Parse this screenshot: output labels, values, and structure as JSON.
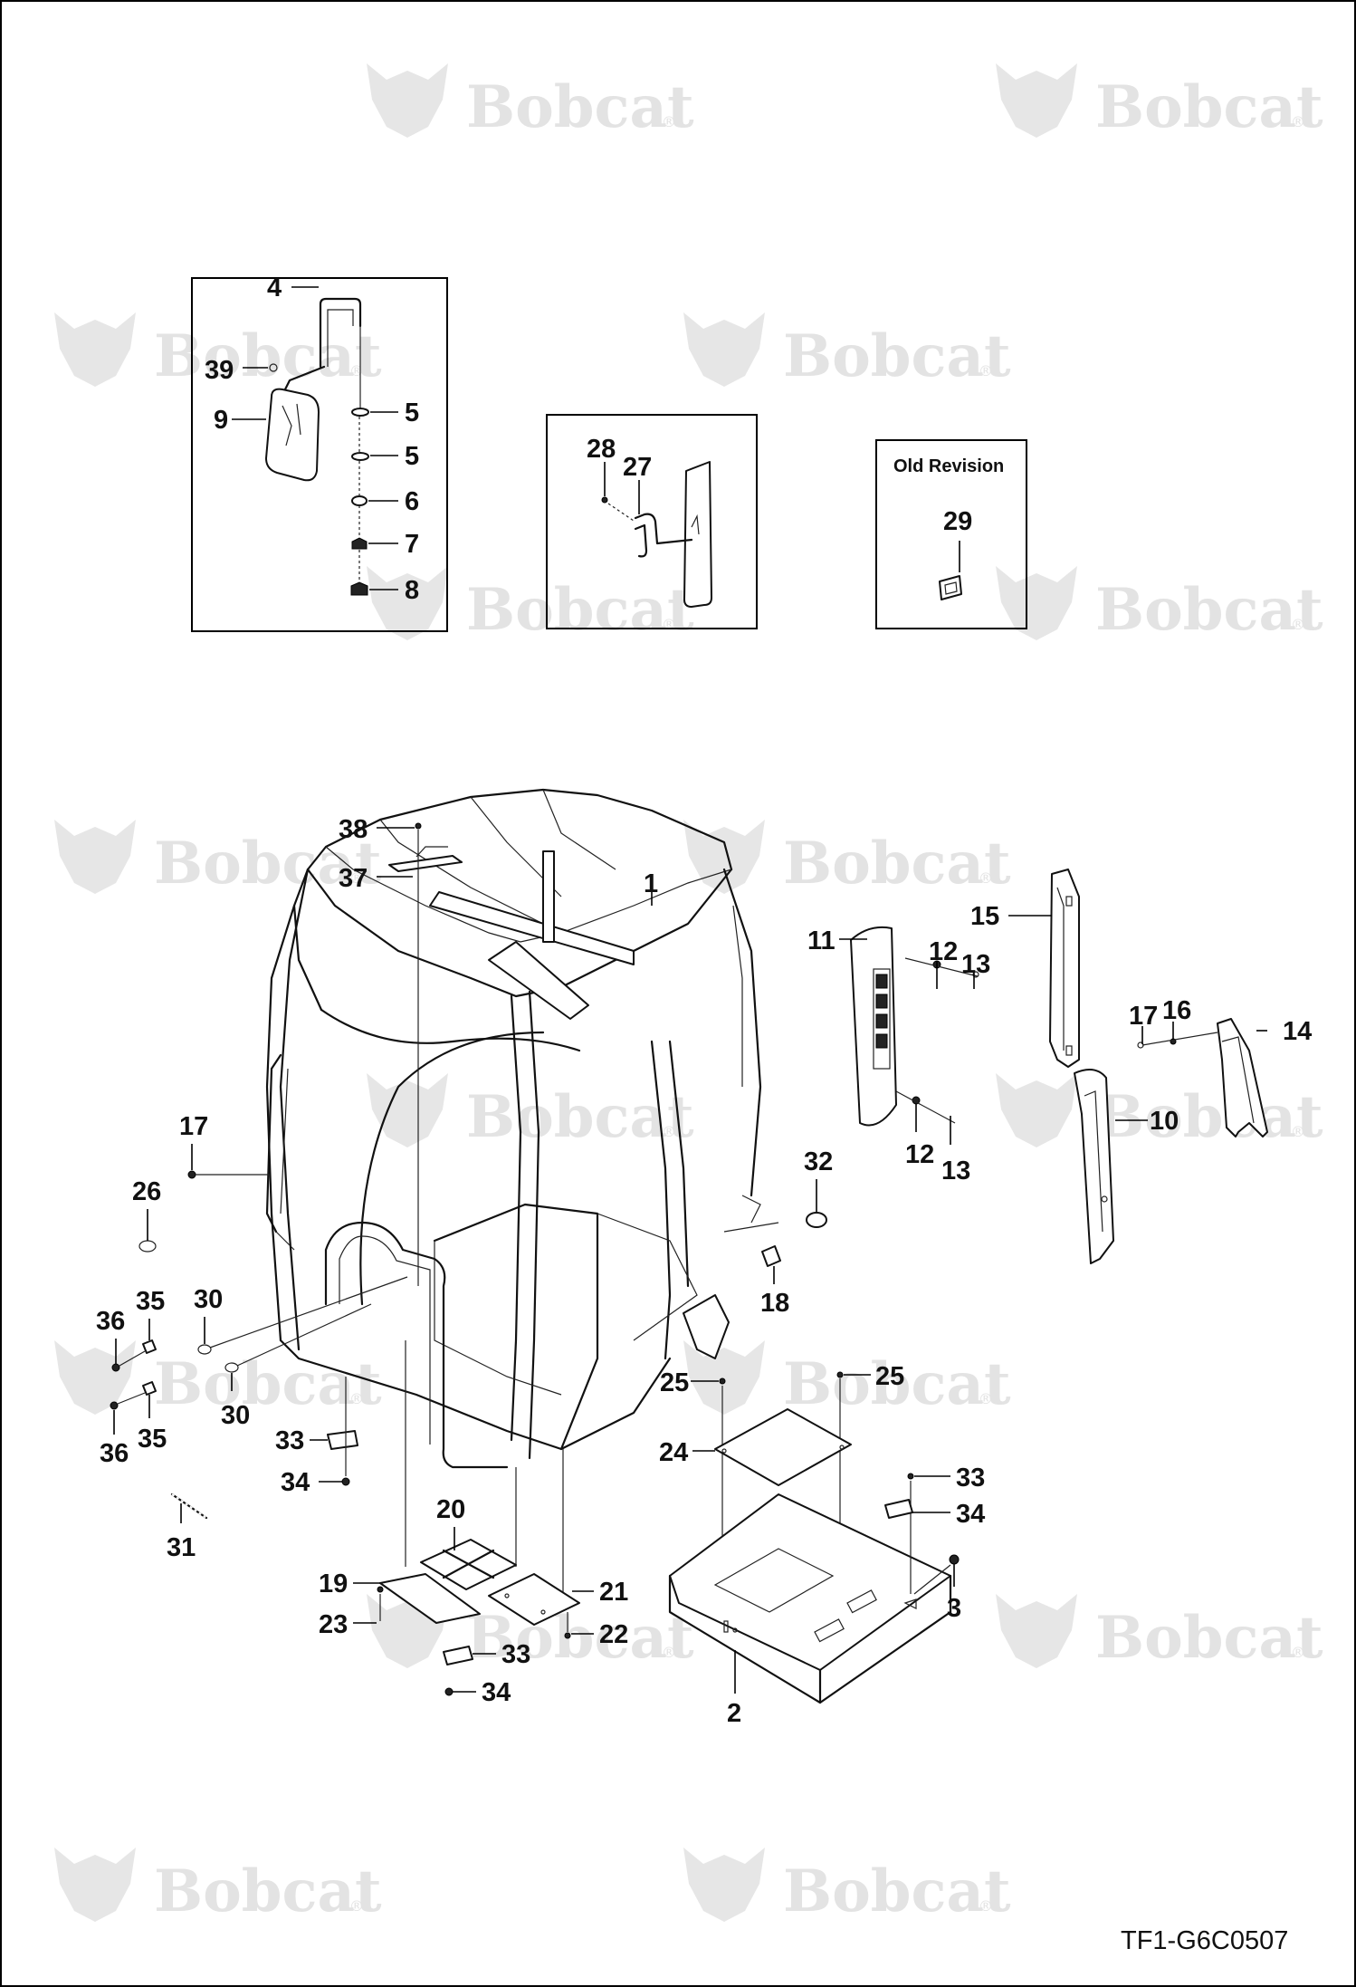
{
  "watermark": {
    "brand": "Bobcat",
    "reg_mark": "®"
  },
  "insets": {
    "mirror": {
      "labels": {
        "p4": "4",
        "p39": "39",
        "p9": "9",
        "p5a": "5",
        "p5b": "5",
        "p6": "6",
        "p7": "7",
        "p8": "8"
      }
    },
    "handle": {
      "labels": {
        "p28": "28",
        "p27": "27"
      }
    },
    "old_revision": {
      "title": "Old Revision",
      "labels": {
        "p29": "29"
      }
    }
  },
  "callouts": {
    "c38": "38",
    "c37": "37",
    "c1": "1",
    "c15": "15",
    "c12a": "12",
    "c13a": "13",
    "c11": "11",
    "c17a": "17",
    "c16": "16",
    "c14": "14",
    "c10": "10",
    "c12b": "12",
    "c13b": "13",
    "c17b": "17",
    "c26": "26",
    "c32": "32",
    "c30a": "30",
    "c35a": "35",
    "c36a": "36",
    "c18": "18",
    "c30b": "30",
    "c36b": "36",
    "c35b": "35",
    "c33a": "33",
    "c34a": "34",
    "c25a": "25",
    "c25b": "25",
    "c24": "24",
    "c33b": "33",
    "c34b": "34",
    "c31": "31",
    "c20": "20",
    "c19": "19",
    "c21": "21",
    "c3": "3",
    "c23": "23",
    "c22": "22",
    "c33c": "33",
    "c34c": "34",
    "c2": "2"
  },
  "document_id": "TF1-G6C0507"
}
